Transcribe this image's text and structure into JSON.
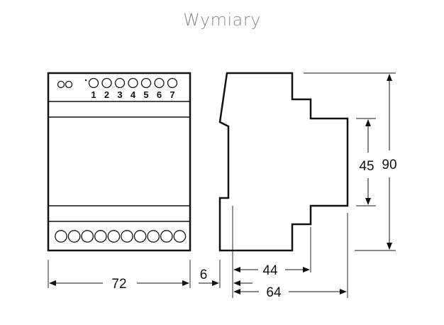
{
  "title": "Wymiary",
  "terminals": {
    "top_numbers": [
      "1",
      "2",
      "3",
      "4",
      "5",
      "6",
      "7"
    ]
  },
  "dimensions": {
    "front_width": "72",
    "gap": "6",
    "depth_inner": "44",
    "depth_total": "64",
    "height_inner": "45",
    "height_total": "90"
  }
}
